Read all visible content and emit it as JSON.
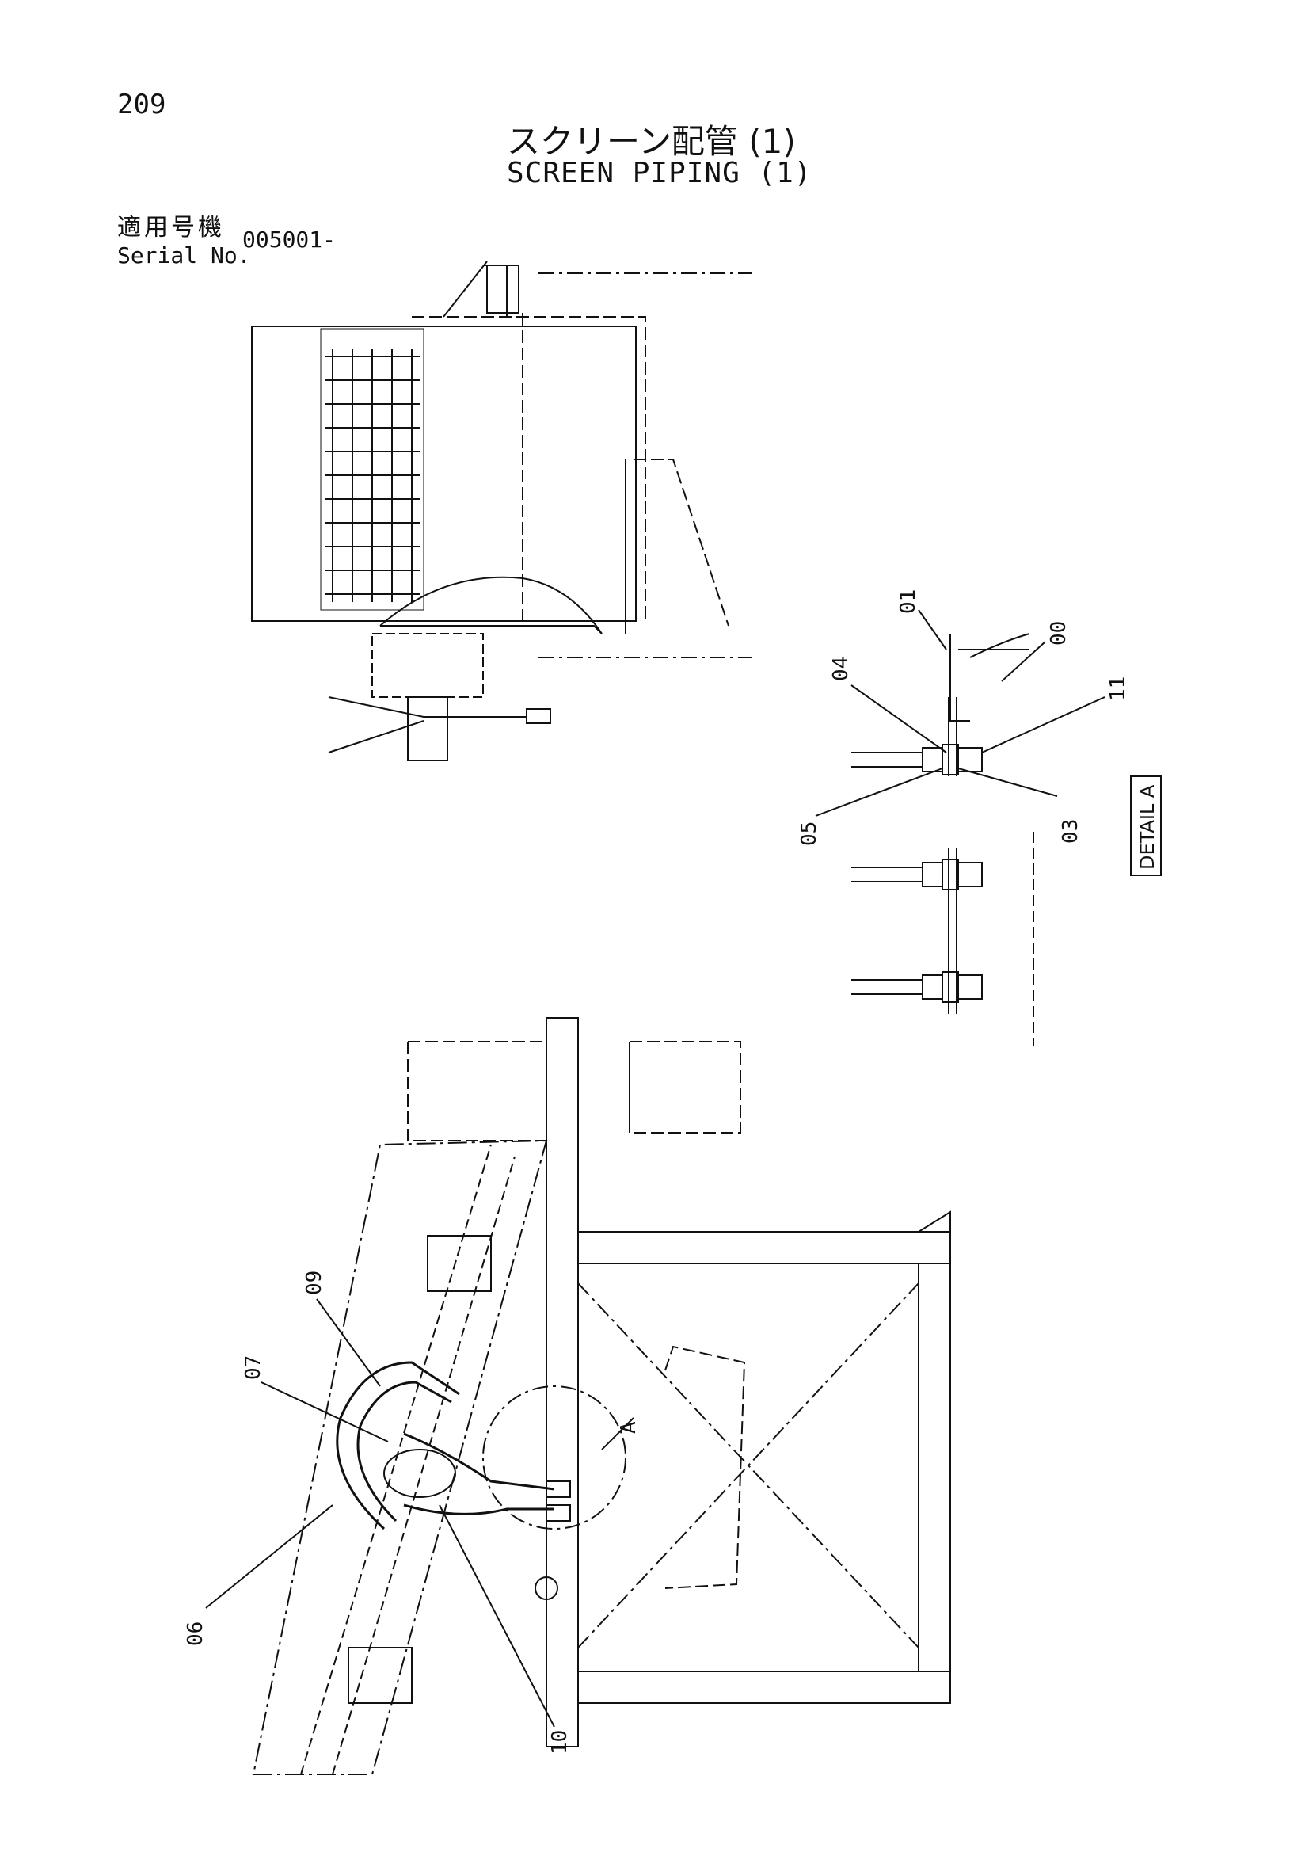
{
  "page_number": "209",
  "title_jp": "スクリーン配管 (1)",
  "title_en": "SCREEN PIPING (1)",
  "serial_label_jp": "適用号機",
  "serial_label_en": "Serial No.",
  "serial_number": "005001-",
  "detail_label": "DETAIL A",
  "view_marker": "A",
  "callouts": {
    "c00": "00",
    "c01": "01",
    "c03": "03",
    "c04": "04",
    "c05": "05",
    "c06": "06",
    "c07": "07",
    "c09": "09",
    "c10": "10",
    "c11": "11"
  }
}
